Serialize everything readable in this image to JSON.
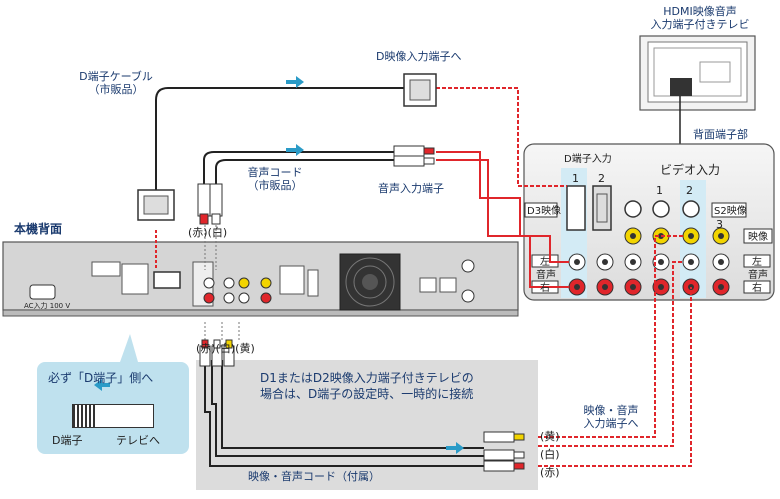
{
  "labels": {
    "d_cable": "D端子ケーブル",
    "d_cable_sub": "（市販品）",
    "d_video_in": "D映像入力端子へ",
    "tv_title_1": "HDMI映像音声",
    "tv_title_2": "入力端子付きテレビ",
    "rear_panel": "背面端子部",
    "audio_cord": "音声コード",
    "audio_cord_sub": "（市販品）",
    "audio_in": "音声入力端子",
    "unit_back": "本機背面",
    "red_white_top": "(赤)(白)",
    "rwy_bottom": "(赤)(白)(黄)",
    "callout_line1": "必ず「D端子」側へ",
    "switch_left": "D端子",
    "switch_right": "テレビへ",
    "note_line1": "D1またはD2映像入力端子付きテレビの",
    "note_line2": "場合は、D端子の設定時、一時的に接続",
    "av_cord": "映像・音声コード（付属）",
    "av_in_1": "映像・音声",
    "av_in_2": "入力端子へ",
    "plug_yellow": "(黄)",
    "plug_white": "(白)",
    "plug_red": "(赤)",
    "tv_d_input": "D端子入力",
    "tv_video_input": "ビデオ入力",
    "tv_d3": "D3映像",
    "tv_s2": "S2映像",
    "tv_video": "映像",
    "tv_left": "左",
    "tv_audio": "音声",
    "tv_right": "右",
    "num_1": "1",
    "num_2": "2",
    "num_3": "3",
    "ac_in": "AC入力 100 V"
  },
  "colors": {
    "cable_red": "#e0262b",
    "cable_black": "#222222",
    "accent_blue": "#2a9bc7",
    "panel_grey": "#eeeeee",
    "yellow_jack": "#f2d400"
  }
}
